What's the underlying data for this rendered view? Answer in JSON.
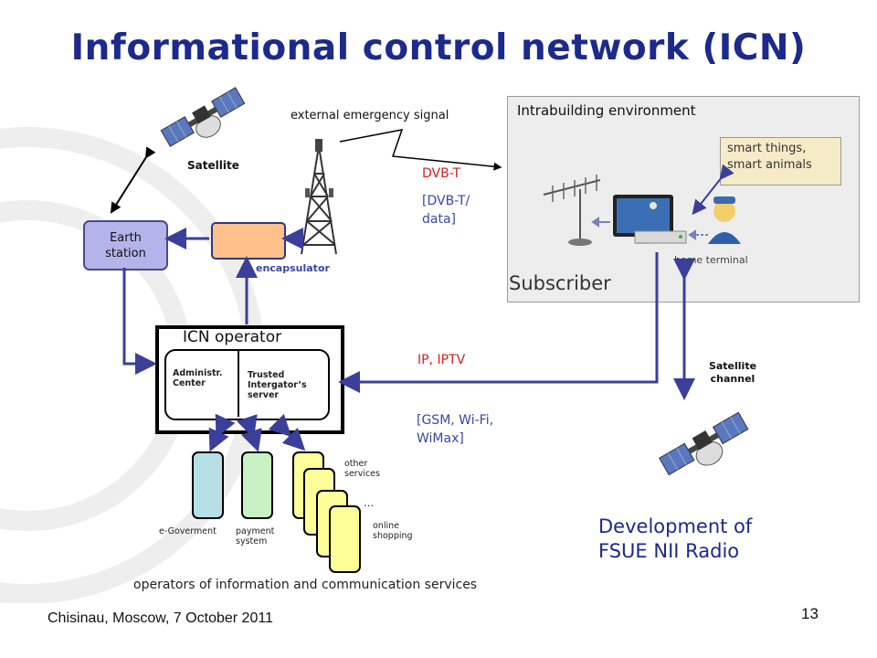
{
  "slide": {
    "title": "Informational control network (ICN)",
    "footer_left": "Chisinau, Moscow, 7 October 2011",
    "page_number": "13"
  },
  "labels": {
    "satellite": "Satellite",
    "external_signal": "external emergency signal",
    "dvbt": "DVB-T",
    "dvbt_data_1": "[DVB-T/",
    "dvbt_data_2": "data]",
    "earth_station_1": "Earth",
    "earth_station_2": "station",
    "encapsulator": "encapsulator",
    "intrabuilding": "Intrabuilding environment",
    "smart_1": "smart things,",
    "smart_2": "smart animals",
    "home_terminal": "home terminal",
    "subscriber": "Subscriber",
    "icn_operator": "ICN operator",
    "admin_1": "Administr.",
    "admin_2": "Center",
    "trusted_1": "Trusted",
    "trusted_2": "Intergator’s",
    "trusted_3": "server",
    "ip_iptv": "IP, IPTV",
    "satellite_channel_1": "Satellite",
    "satellite_channel_2": "channel",
    "gsm_1": "[GSM, Wi-Fi,",
    "gsm_2": "WiMax]",
    "other_services_1": "other",
    "other_services_2": "services",
    "ellipsis": "…",
    "online_shopping_1": "online",
    "online_shopping_2": "shopping",
    "e_government": "e-Goverment",
    "payment_1": "payment",
    "payment_2": "system",
    "operators": "operators of information and communication services",
    "development_1": "Development of",
    "development_2": "FSUE NII Radio"
  },
  "colors": {
    "title": "#1b2a8c",
    "arrow": "#3a3f9a",
    "red_text": "#d42020",
    "blue_text": "#3a46a8",
    "earth_station": "#b4b4ea",
    "encapsulator": "#ffc08c",
    "e_government": "#b7dfe6",
    "payment": "#c9f2c4",
    "services": "#ffff99"
  }
}
